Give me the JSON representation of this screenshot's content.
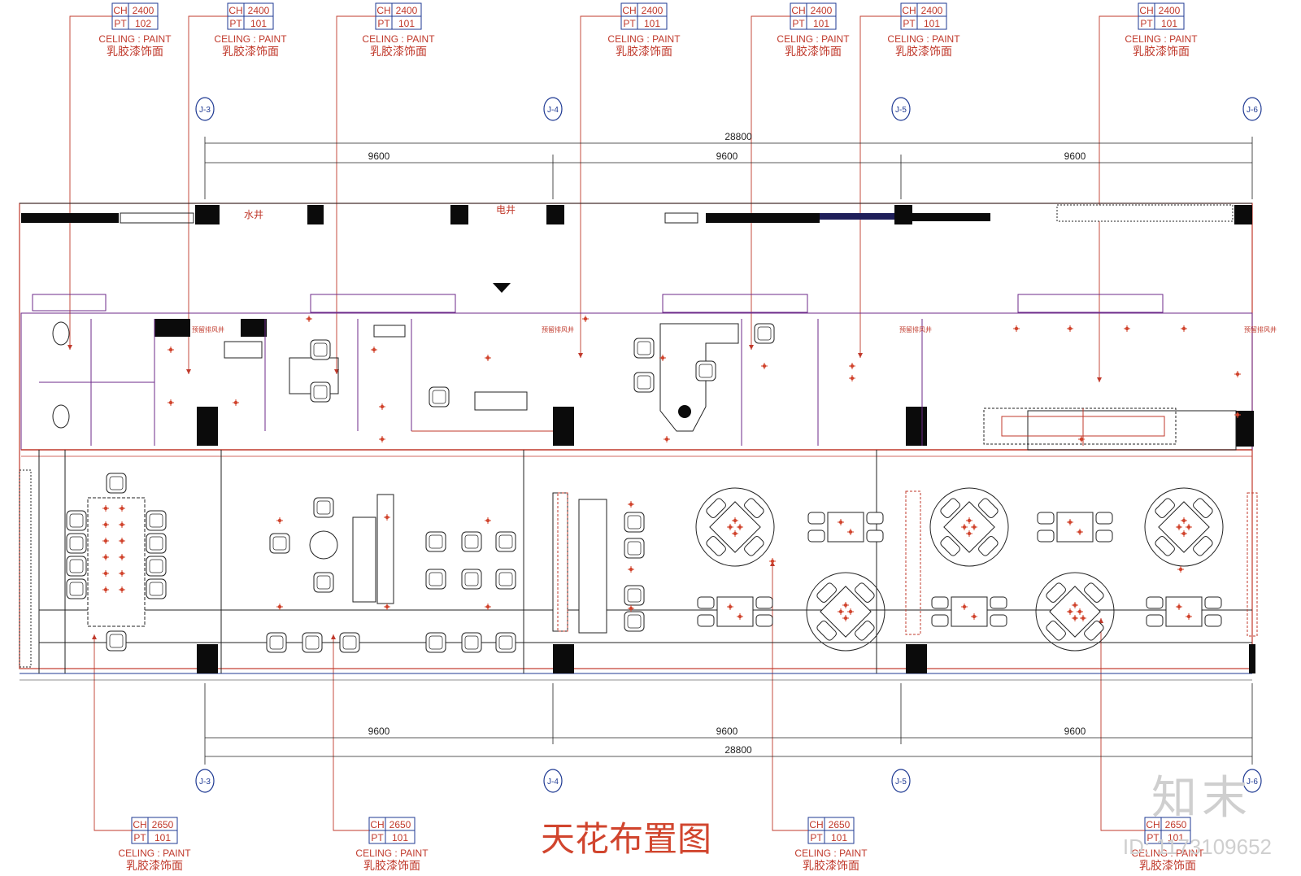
{
  "title": "天花布置图",
  "brand": "知末",
  "image_id": "ID: 1173109652",
  "colors": {
    "accent": "#d1452e",
    "wall": "#0b0b0b",
    "line": "#c0392b",
    "outline": "#1f3a93"
  },
  "top_tags": [
    {
      "ch_label": "CH",
      "ch": "2400",
      "pt_label": "PT",
      "pt": "102",
      "material_en": "CELING : PAINT",
      "material_cn": "乳胶漆饰面"
    },
    {
      "ch_label": "CH",
      "ch": "2400",
      "pt_label": "PT",
      "pt": "101",
      "material_en": "CELING : PAINT",
      "material_cn": "乳胶漆饰面"
    },
    {
      "ch_label": "CH",
      "ch": "2400",
      "pt_label": "PT",
      "pt": "101",
      "material_en": "CELING : PAINT",
      "material_cn": "乳胶漆饰面"
    },
    {
      "ch_label": "CH",
      "ch": "2400",
      "pt_label": "PT",
      "pt": "101",
      "material_en": "CELING : PAINT",
      "material_cn": "乳胶漆饰面"
    },
    {
      "ch_label": "CH",
      "ch": "2400",
      "pt_label": "PT",
      "pt": "101",
      "material_en": "CELING : PAINT",
      "material_cn": "乳胶漆饰面"
    },
    {
      "ch_label": "CH",
      "ch": "2400",
      "pt_label": "PT",
      "pt": "101",
      "material_en": "CELING : PAINT",
      "material_cn": "乳胶漆饰面"
    },
    {
      "ch_label": "CH",
      "ch": "2400",
      "pt_label": "PT",
      "pt": "101",
      "material_en": "CELING : PAINT",
      "material_cn": "乳胶漆饰面"
    }
  ],
  "bottom_tags": [
    {
      "ch_label": "CH",
      "ch": "2650",
      "pt_label": "PT",
      "pt": "101",
      "material_en": "CELING : PAINT",
      "material_cn": "乳胶漆饰面"
    },
    {
      "ch_label": "CH",
      "ch": "2650",
      "pt_label": "PT",
      "pt": "101",
      "material_en": "CELING : PAINT",
      "material_cn": "乳胶漆饰面"
    },
    {
      "ch_label": "CH",
      "ch": "2650",
      "pt_label": "PT",
      "pt": "101",
      "material_en": "CELING : PAINT",
      "material_cn": "乳胶漆饰面"
    },
    {
      "ch_label": "CH",
      "ch": "2650",
      "pt_label": "PT",
      "pt": "101",
      "material_en": "CELING : PAINT",
      "material_cn": "乳胶漆饰面"
    }
  ],
  "axes": [
    "J-3",
    "J-4",
    "J-5",
    "J-6"
  ],
  "dimensions": {
    "total": "28800",
    "bays": [
      "9600",
      "9600",
      "9600"
    ]
  },
  "room_labels": {
    "water_well": "水井",
    "electric_well": "电井"
  },
  "notes": {
    "exhaust": "预留排风井"
  }
}
